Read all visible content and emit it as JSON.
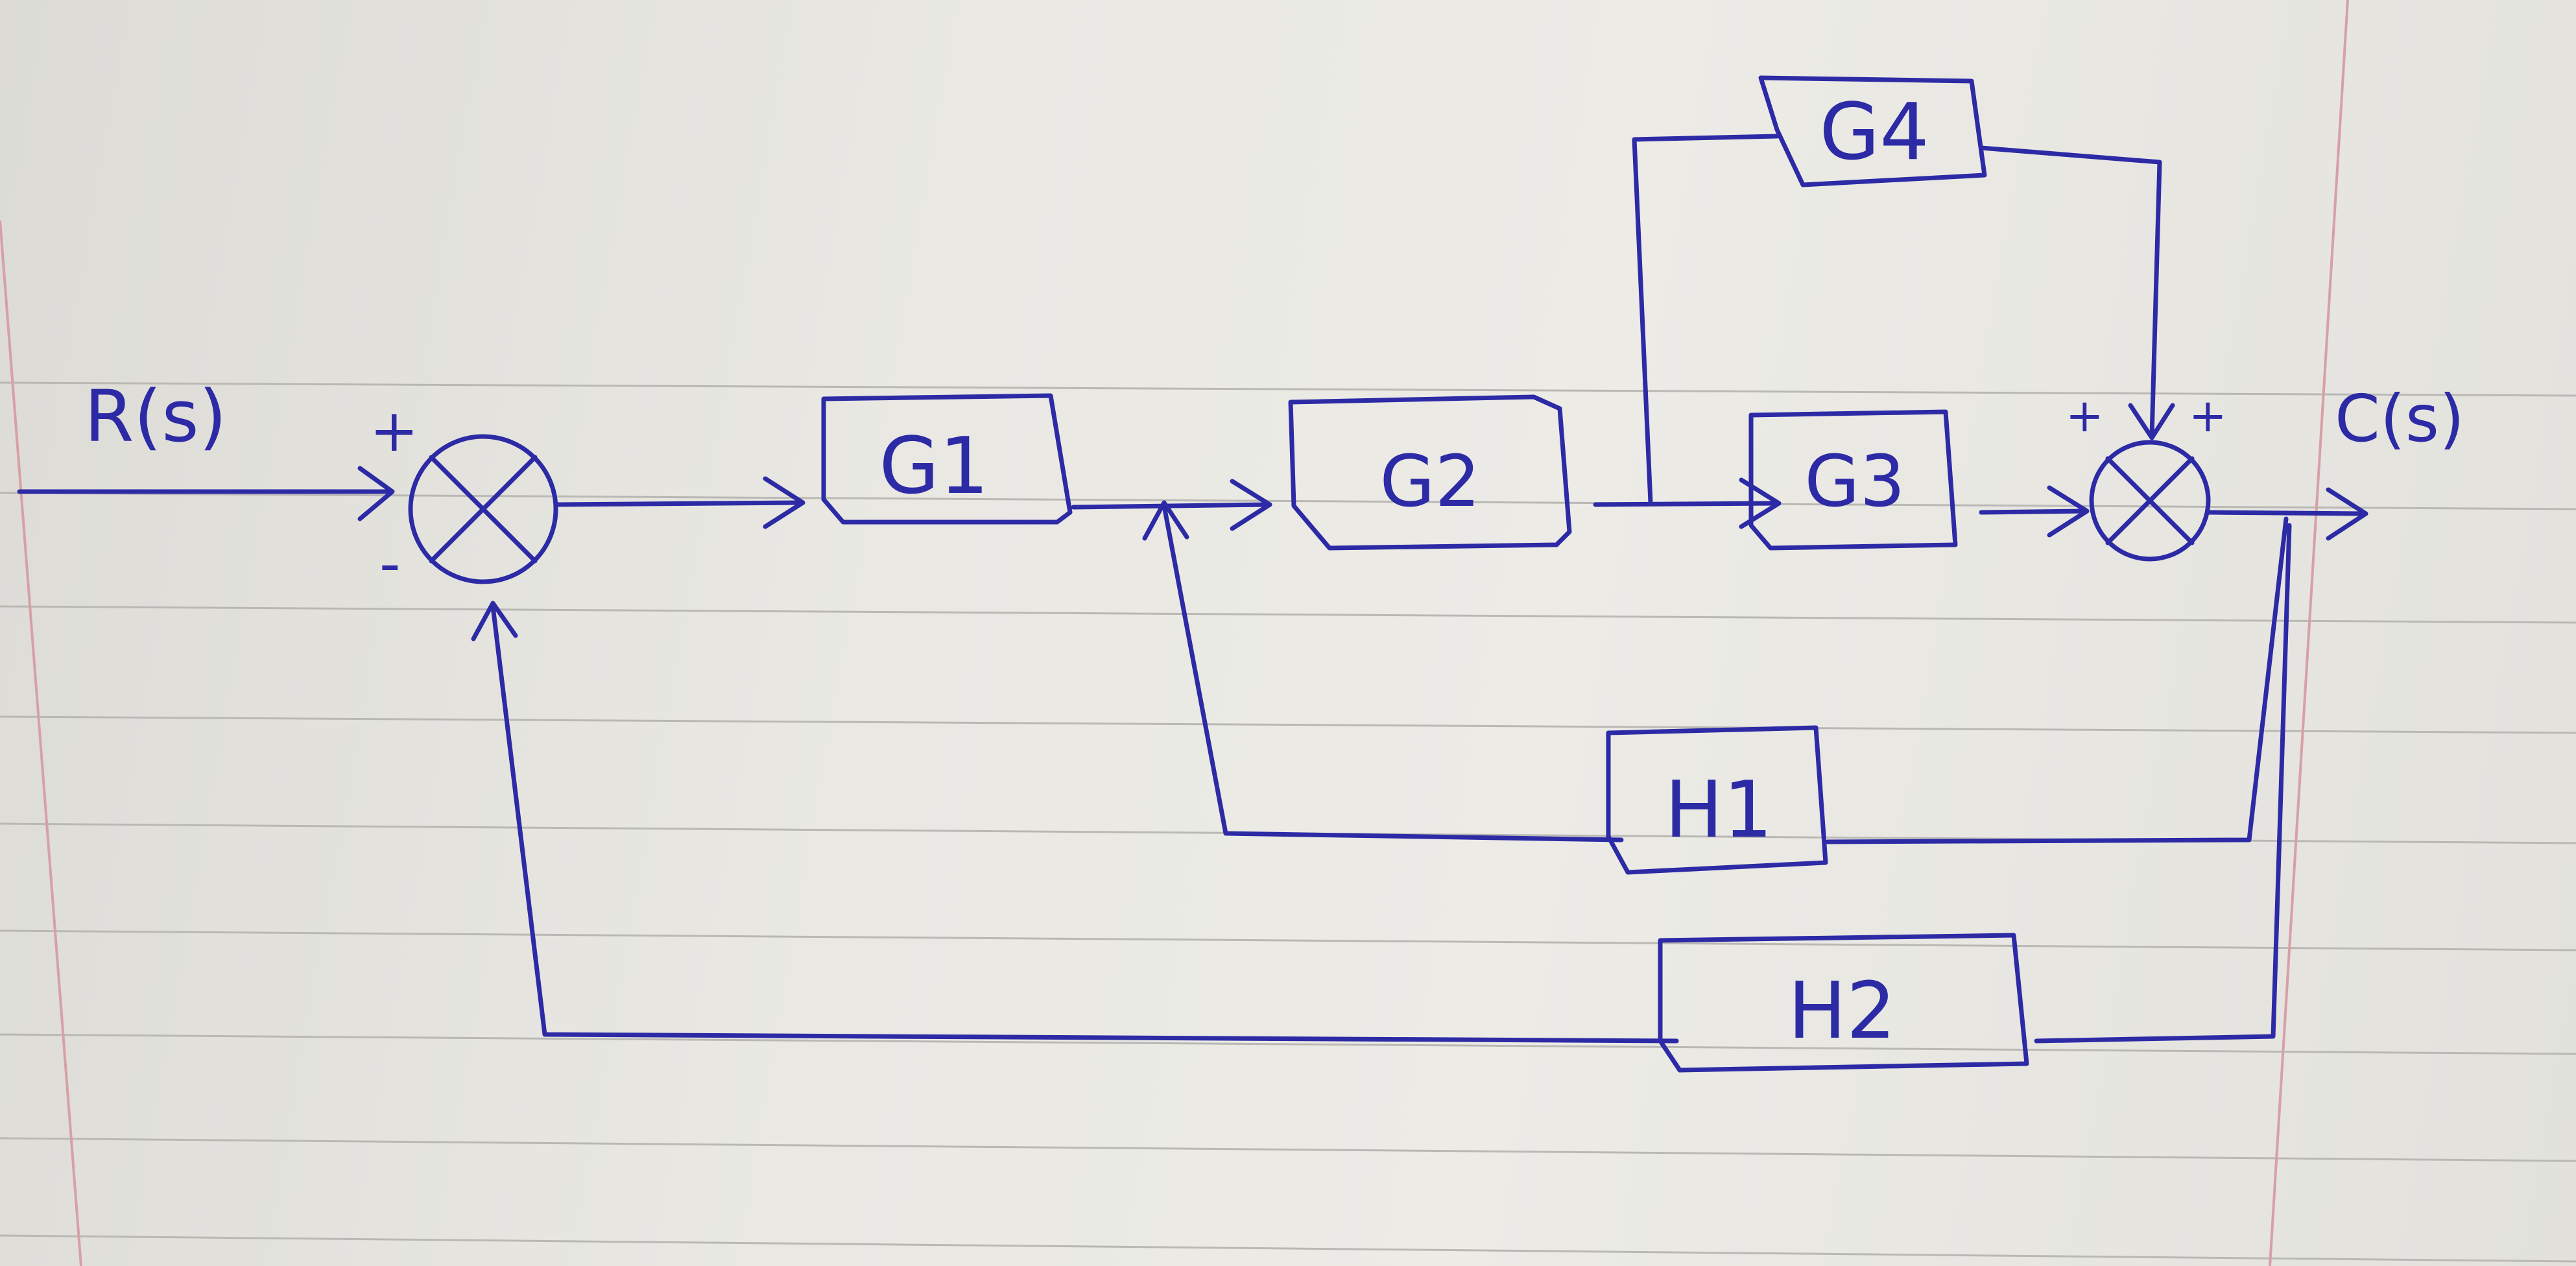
{
  "diagram": {
    "input_label": "R(s)",
    "output_label": "C(s)",
    "blocks": {
      "g1": "G1",
      "g2": "G2",
      "g3": "G3",
      "g4": "G4",
      "h1": "H1",
      "h2": "H2"
    },
    "junction1": {
      "top_sign": "+",
      "bottom_sign": "-"
    },
    "junction2": {
      "left_sign": "+",
      "right_sign": "+"
    }
  },
  "colors": {
    "ink": "#2d2aa6",
    "paper": "#e9e8e3",
    "ruled_line": "#b9b8b4",
    "margin_line": "#d7a0a6"
  }
}
